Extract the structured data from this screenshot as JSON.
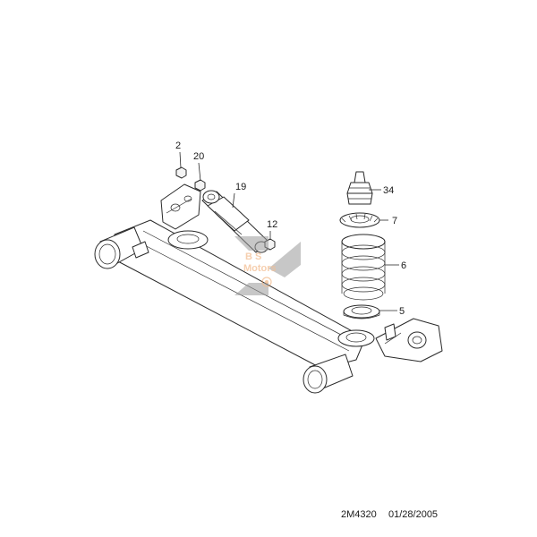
{
  "callouts": [
    {
      "id": "2",
      "label": "2"
    },
    {
      "id": "20",
      "label": "20"
    },
    {
      "id": "19",
      "label": "19"
    },
    {
      "id": "12",
      "label": "12"
    },
    {
      "id": "34",
      "label": "34"
    },
    {
      "id": "7",
      "label": "7"
    },
    {
      "id": "6",
      "label": "6"
    },
    {
      "id": "5",
      "label": "5"
    }
  ],
  "footer": {
    "code": "2M4320",
    "date": "01/28/2005"
  },
  "watermark": {
    "brand": "Motors",
    "prefix": "B S",
    "color": "#e98a3c"
  }
}
